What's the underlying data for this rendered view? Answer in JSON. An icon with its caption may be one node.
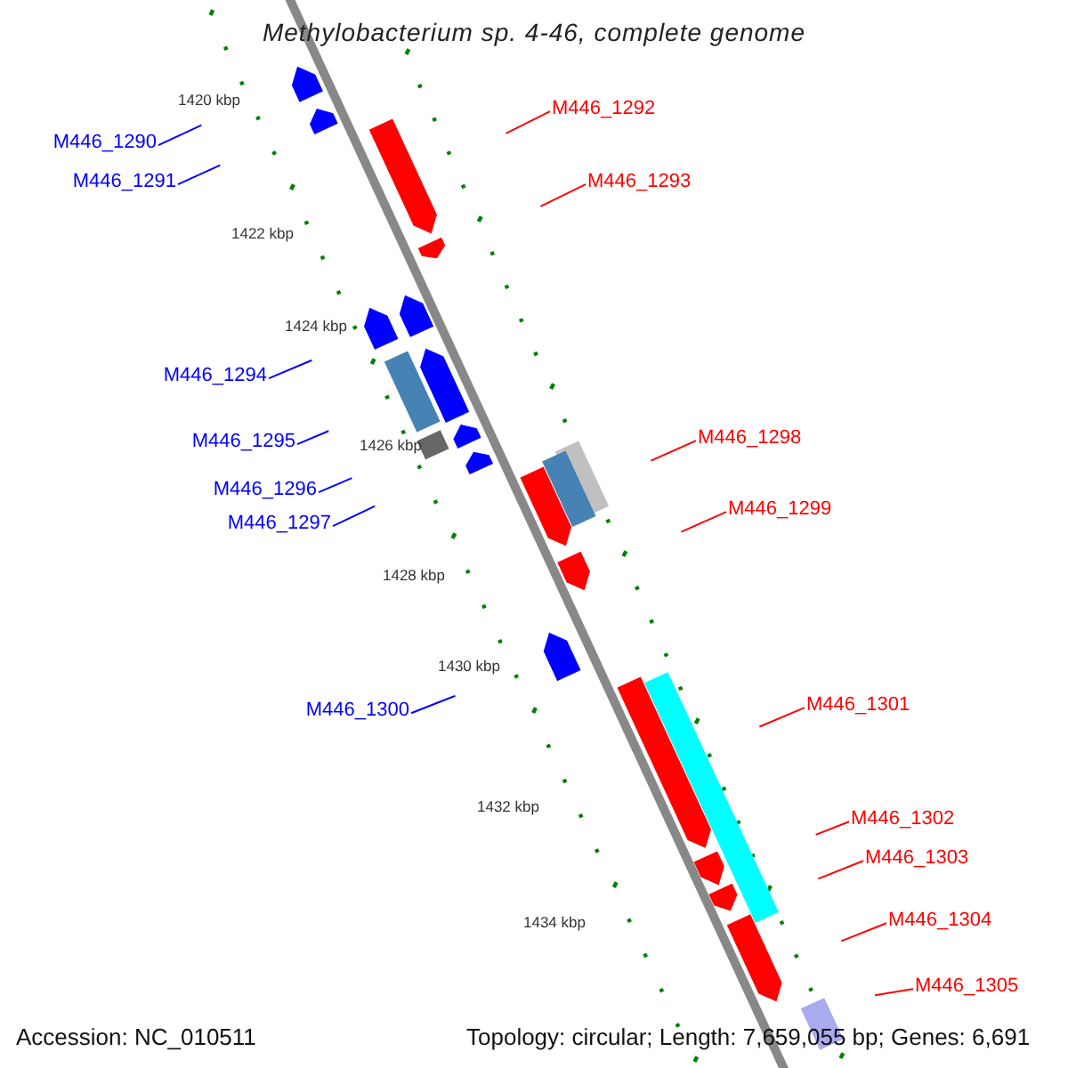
{
  "diagram": {
    "title": "Methylobacterium sp. 4-46, complete genome",
    "nodes": [
      {
        "text": [
          "M446_1290"
        ]
      },
      {
        "text": [
          "M446_1291"
        ]
      },
      {
        "text": [
          "M446_1292"
        ]
      },
      {
        "text": [
          "M446_1293"
        ]
      },
      {
        "text": [
          "M446_1294"
        ]
      },
      {
        "text": [
          "M446_1295"
        ]
      },
      {
        "text": [
          "M446_1296"
        ]
      },
      {
        "text": [
          "M446_1297"
        ]
      },
      {
        "text": [
          "M446_1298"
        ]
      },
      {
        "text": [
          "M446_1299"
        ]
      },
      {
        "text": [
          "M446_1300"
        ]
      },
      {
        "text": [
          "M446_1301"
        ]
      },
      {
        "text": [
          "M446_1302"
        ]
      },
      {
        "text": [
          "M446_1303"
        ]
      },
      {
        "text": [
          "M446_1304"
        ]
      },
      {
        "text": [
          "M446_1305"
        ]
      }
    ],
    "edges": [
      {
        "from": 0,
        "to": null,
        "arrow": "none",
        "color": "#0000ff"
      },
      {
        "from": 1,
        "to": null,
        "arrow": "none",
        "color": "#0000ff"
      },
      {
        "from": 2,
        "to": null,
        "arrow": "none"
      },
      {
        "from": 3,
        "to": null,
        "arrow": "none"
      },
      {
        "from": 4,
        "to": null,
        "arrow": "none",
        "color": "#0000ff"
      },
      {
        "from": 5,
        "to": null,
        "arrow": "none",
        "color": "#0000ff"
      },
      {
        "from": 6,
        "to": null,
        "arrow": "none",
        "color": "#0000ff"
      },
      {
        "from": 7,
        "to": null,
        "arrow": "none",
        "color": "#0000ff"
      },
      {
        "from": 8,
        "to": null,
        "arrow": "none"
      },
      {
        "from": 9,
        "to": null,
        "arrow": "none"
      },
      {
        "from": 10,
        "to": null,
        "arrow": "none",
        "color": "#0000ff"
      },
      {
        "from": 11,
        "to": null,
        "arrow": "none"
      },
      {
        "from": 12,
        "to": null,
        "arrow": "none"
      },
      {
        "from": 13,
        "to": null,
        "arrow": "none"
      },
      {
        "from": 14,
        "to": null,
        "arrow": "none"
      },
      {
        "from": 15,
        "to": null,
        "arrow": "none"
      }
    ],
    "labels": [
      "1420 kbp",
      "1422 kbp",
      "1424 kbp",
      "1426 kbp",
      "1428 kbp",
      "1430 kbp",
      "1432 kbp",
      "1434 kbp",
      "Accession: NC_010511",
      "Topology: circular; Length: 7,659,055 bp; Genes: 6,691"
    ]
  }
}
